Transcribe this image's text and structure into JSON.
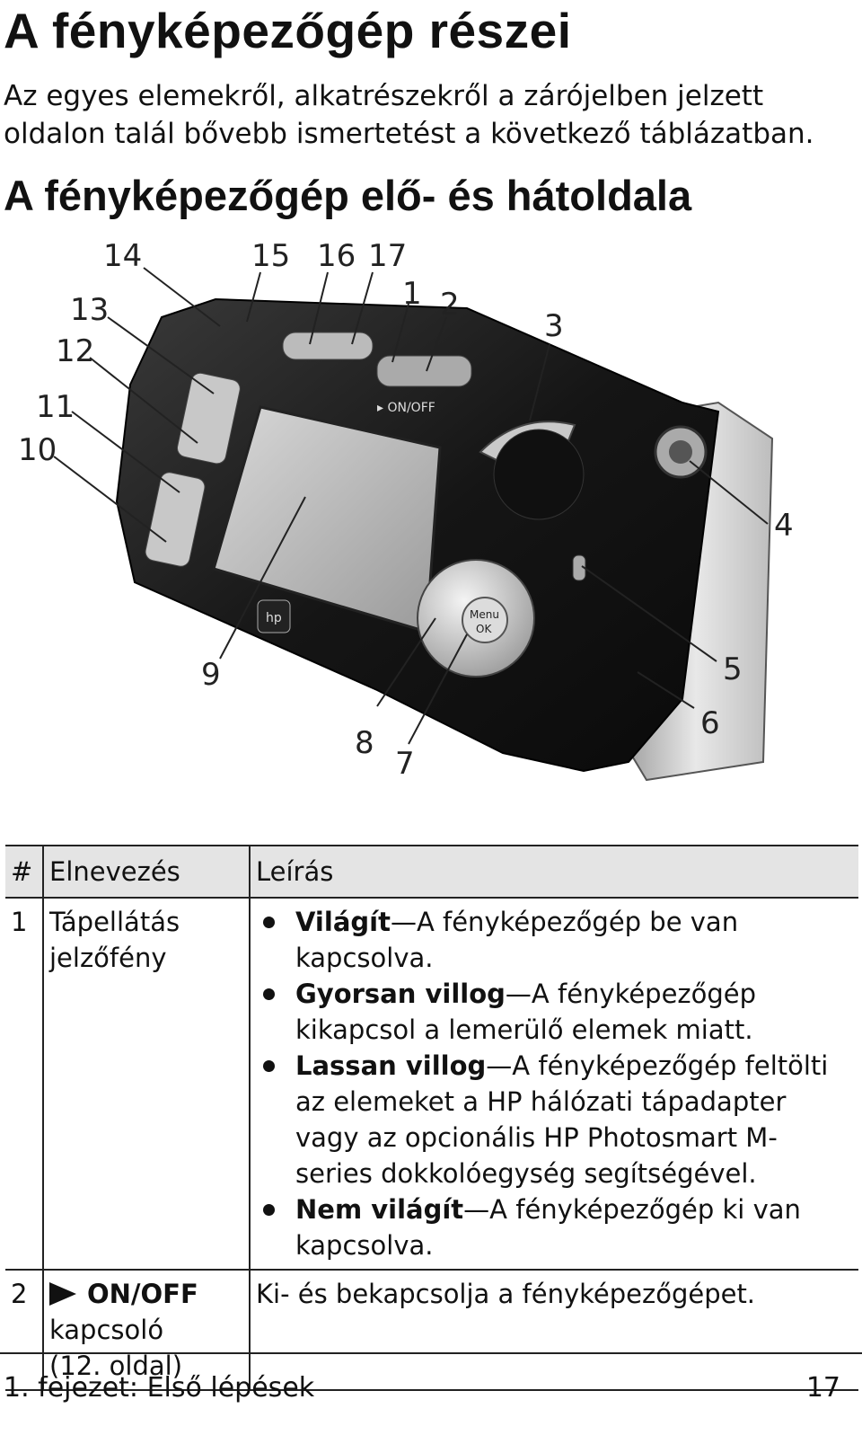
{
  "title": "A fényképezőgép részei",
  "intro": "Az egyes elemekről, alkatrészekről a zárójelben jelzett oldalon talál bővebb ismertetést a következő táblázatban.",
  "section_title": "A fényképezőgép elő- és hátoldala",
  "figure": {
    "callouts": [
      "1",
      "2",
      "3",
      "4",
      "5",
      "6",
      "7",
      "8",
      "9",
      "10",
      "11",
      "12",
      "13",
      "14",
      "15",
      "16",
      "17"
    ],
    "camera_labels": {
      "onoff": "ON/OFF",
      "menu": "Menu",
      "ok": "OK",
      "brand": "hp"
    }
  },
  "table": {
    "headers": [
      "#",
      "Elnevezés",
      "Leírás"
    ],
    "rows": [
      {
        "num": "1",
        "name": "Tápellátás jelzőfény",
        "items": [
          {
            "term": "Világít",
            "text": "—A fényképezőgép be van kapcsolva."
          },
          {
            "term": "Gyorsan villog",
            "text": "—A fényképezőgép kikapcsol a lemerülő elemek miatt."
          },
          {
            "term": "Lassan villog",
            "text": "—A fényképezőgép feltölti az elemeket a HP hálózati tápadapter vagy az opcionális HP Photosmart M-series dokkolóegység segítségével."
          },
          {
            "term": "Nem világít",
            "text": "—A fényképezőgép ki van kapcsolva."
          }
        ]
      },
      {
        "num": "2",
        "name_bold": "ON/OFF",
        "name_rest": "kapcsoló",
        "name_page": "(12. oldal)",
        "desc": "Ki- és bekapcsolja a fényképezőgépet."
      }
    ]
  },
  "footer": {
    "chapter": "1. fejezet: Első lépések",
    "page": "17"
  }
}
